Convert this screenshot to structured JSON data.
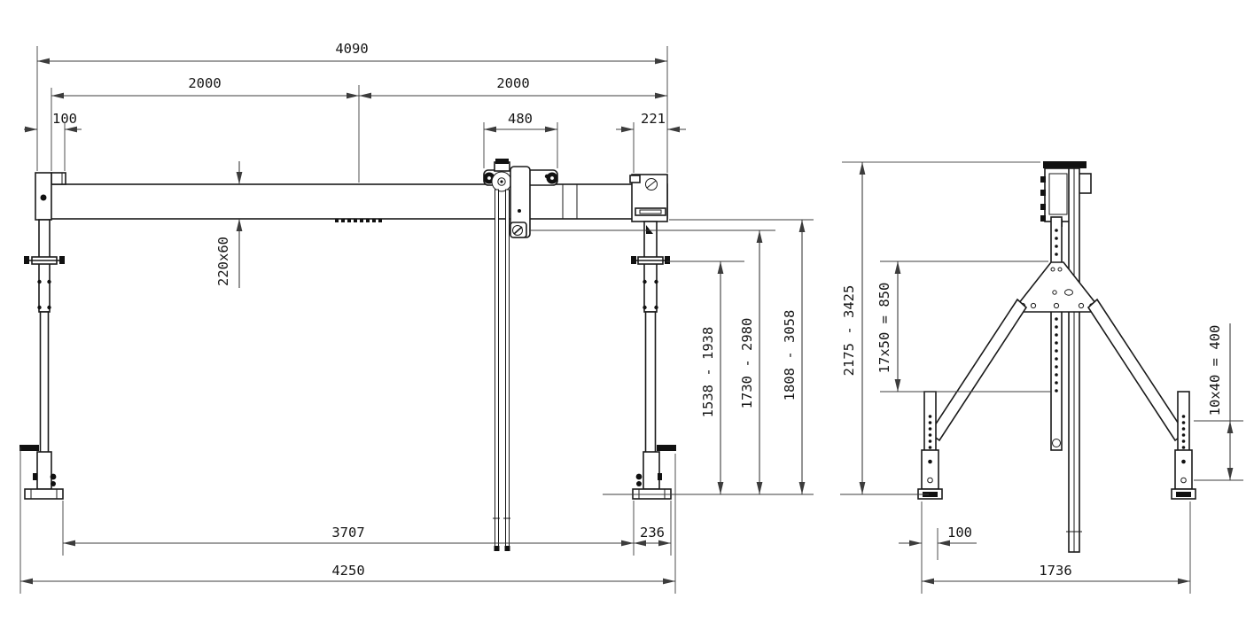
{
  "drawing": {
    "type": "engineering_dimension_drawing",
    "subject": "Portable gantry crane — front and side elevations",
    "background": "#ffffff",
    "line_color": "#1a1a1a",
    "dimension_color": "#3c3c3c"
  },
  "front": {
    "name": "front-elevation",
    "dims": {
      "overall_width": "4090",
      "span_left": "2000",
      "span_right": "2000",
      "end_offset": "100",
      "trolley_width": "480",
      "bracket_width": "221",
      "beam_section": "220x60",
      "hook_min_max": "1538 - 1938",
      "underhook_min_max": "1730 - 2980",
      "underbeam_min_max": "1808 - 3058",
      "clear_span": "3707",
      "foot_length": "236",
      "overall_length": "4250"
    }
  },
  "side": {
    "name": "side-elevation",
    "dims": {
      "height_min_max": "2175 - 3425",
      "mast_hole_pattern": "17x50 = 850",
      "leg_hole_pattern": "10x40 = 400",
      "foot_offset": "100",
      "base_width": "1736"
    }
  }
}
